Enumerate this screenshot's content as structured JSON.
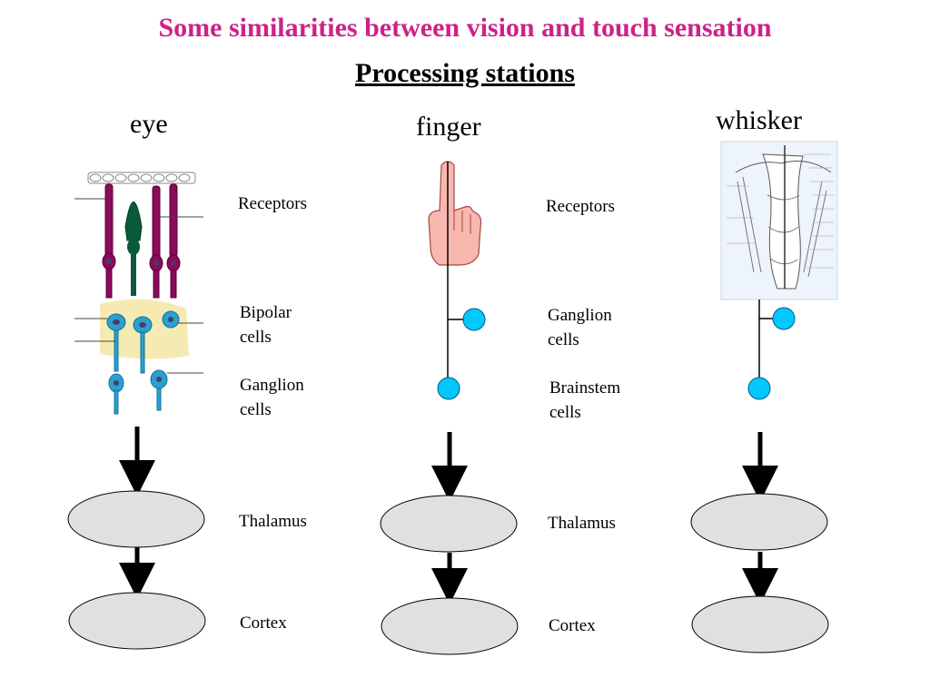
{
  "title": "Some similarities between vision and touch sensation",
  "subtitle": "Processing stations",
  "columns": {
    "eye": {
      "heading": "eye",
      "labels": [
        "Receptors",
        "Bipolar\ncells",
        "Ganglion\ncells",
        "Thalamus",
        "Cortex"
      ]
    },
    "finger": {
      "heading": "finger",
      "labels": [
        "Receptors",
        "Ganglion\ncells",
        "Brainstem\ncells",
        "Thalamus",
        "Cortex"
      ]
    },
    "whisker": {
      "heading": "whisker"
    }
  },
  "colors": {
    "title": "#cc2288",
    "neuron_node": "#00c8ff",
    "station_fill": "#e0e0e0",
    "receptor_purple": "#8b0a5a",
    "receptor_green": "#0a5a3a",
    "bipolar_blue": "#2aa0d0",
    "skin": "#f8b8b0"
  }
}
